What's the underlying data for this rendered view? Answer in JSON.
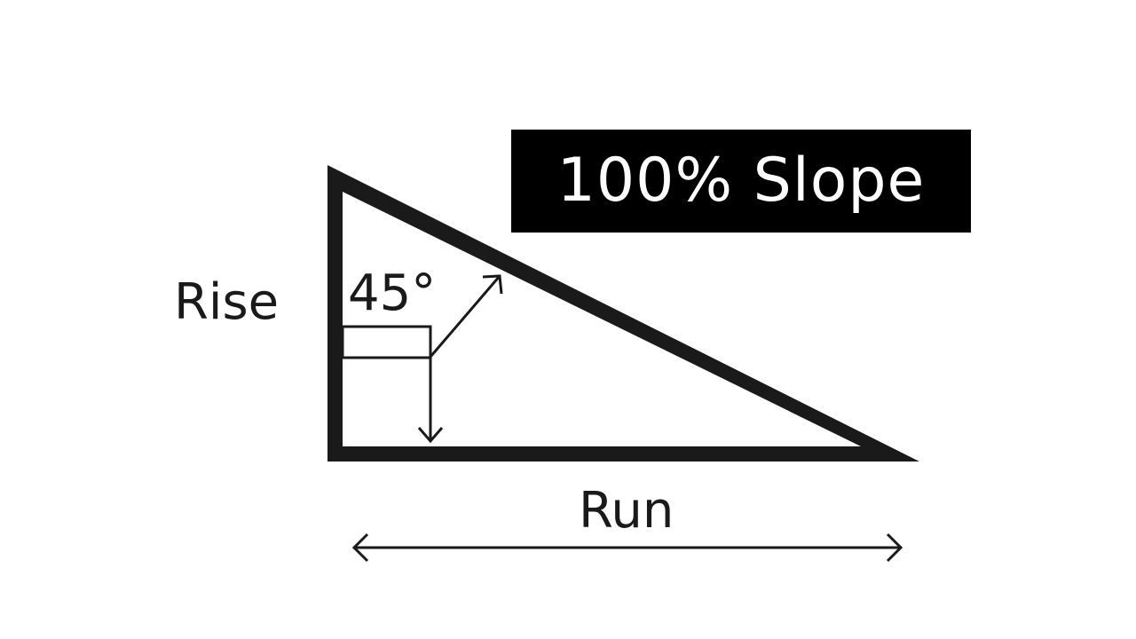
{
  "title": "100% Slope",
  "labels": {
    "rise": "Rise",
    "run": "Run",
    "angle": "45°"
  },
  "colors": {
    "background": "#ffffff",
    "stroke": "#1a1a1a",
    "title_box": "#000000",
    "title_text": "#ffffff"
  }
}
